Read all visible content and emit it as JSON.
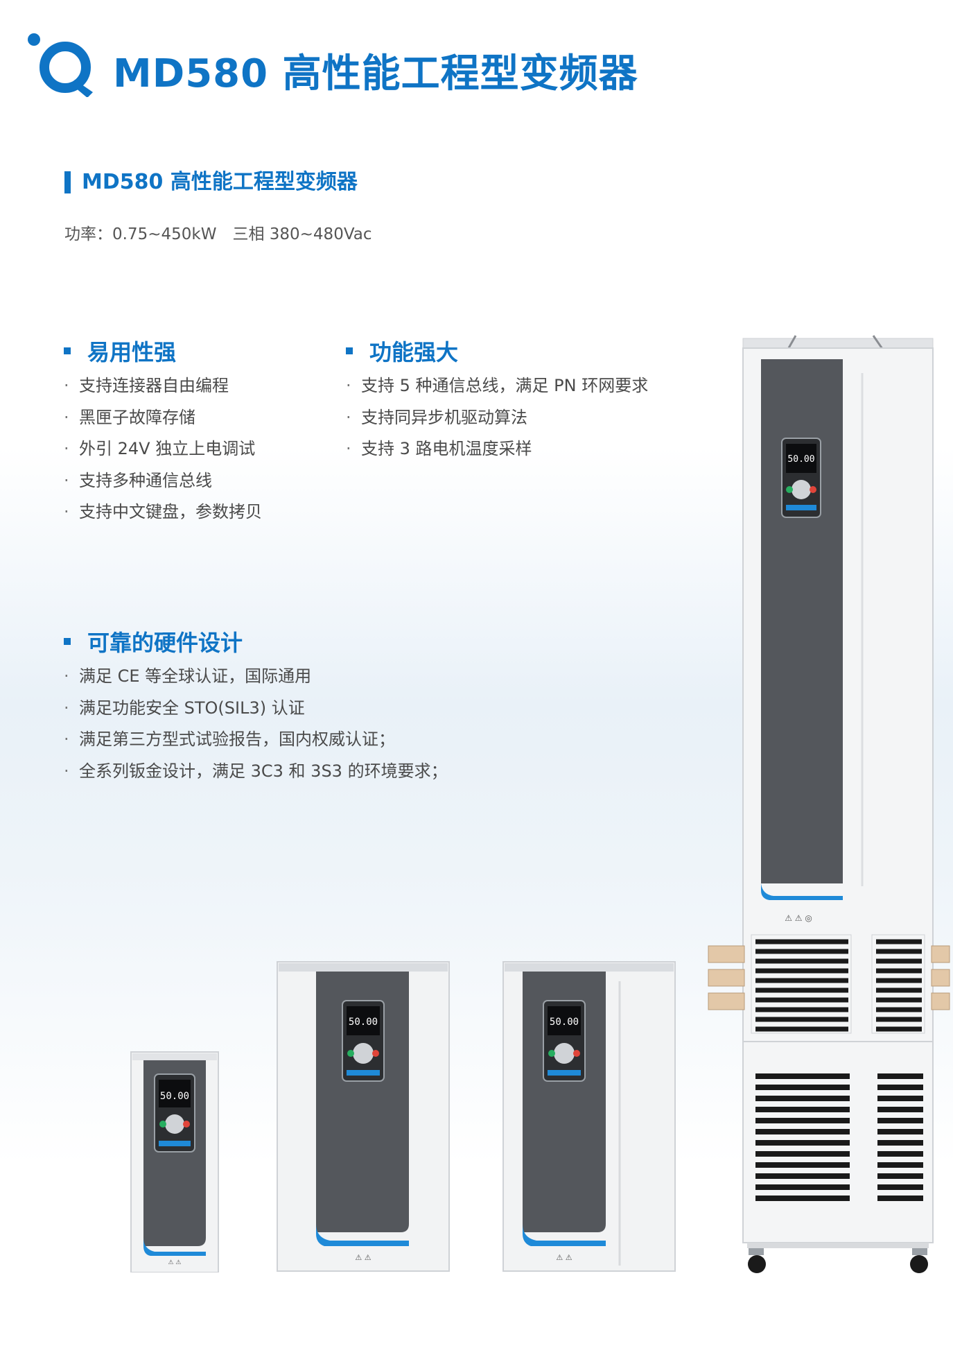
{
  "page": {
    "title": "MD580 高性能工程型变频器"
  },
  "product_section": {
    "title": "MD580 高性能工程型变频器",
    "spec": "功率：0.75~450kW　三相 380~480Vac"
  },
  "features": {
    "easy_use": {
      "heading": "易用性强",
      "items": [
        "支持连接器自由编程",
        "黑匣子故障存储",
        "外引 24V 独立上电调试",
        "支持多种通信总线",
        "支持中文键盘，参数拷贝"
      ]
    },
    "powerful": {
      "heading": "功能强大",
      "items": [
        "支持 5 种通信总线，满足 PN 环网要求",
        "支持同异步机驱动算法",
        "支持 3 路电机温度采样"
      ]
    },
    "hardware": {
      "heading": "可靠的硬件设计",
      "items": [
        "满足 CE 等全球认证，国际通用",
        "满足功能安全 STO(SIL3) 认证",
        "满足第三方型式试验报告，国内权威认证；",
        "全系列钣金设计，满足 3C3 和 3S3 的环境要求；"
      ]
    }
  },
  "keypad": {
    "display": "50.00"
  },
  "colors": {
    "brand_blue": "#0f74c5",
    "panel_dark": "#54575c",
    "accent_stripe": "#1f8ad8",
    "body_text": "#4a4a4a"
  }
}
